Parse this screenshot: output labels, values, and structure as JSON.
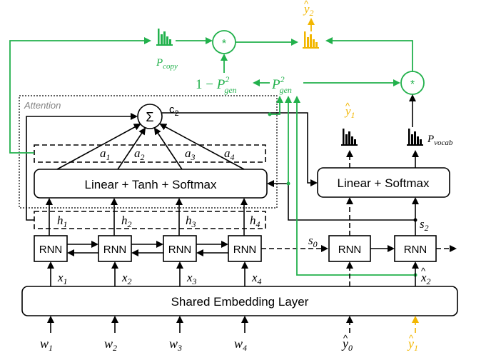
{
  "labels": {
    "attention": "Attention",
    "linear_tanh_softmax": "Linear + Tanh + Softmax",
    "linear_softmax": "Linear + Softmax",
    "shared_embedding": "Shared Embedding Layer",
    "rnn": "RNN",
    "sigma": "Σ",
    "multiply": "*",
    "c": "c",
    "c_sub": "2",
    "p_copy": "P",
    "p_copy_sub": "copy",
    "p_vocab": "P",
    "p_vocab_sub": "vocab",
    "p_gen": "P",
    "p_gen_sup": "2",
    "p_gen_sub": "gen",
    "one_minus": "1 − ",
    "a": "a",
    "h": "h",
    "x": "x",
    "w": "w",
    "s": "s",
    "y": "y",
    "caret": "^",
    "idx": [
      "1",
      "2",
      "3",
      "4"
    ],
    "zero": "0"
  },
  "colors": {
    "green": "#22b14c",
    "yellow": "#f2b600",
    "black": "#000000"
  },
  "icons": [
    "bar-chart-icon"
  ]
}
